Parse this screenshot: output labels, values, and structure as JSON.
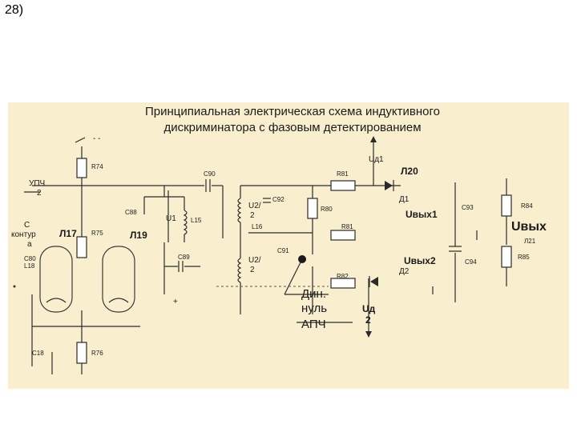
{
  "slide": {
    "number": "28)"
  },
  "title": {
    "line1": "Принципиальная электрическая схема индуктивного",
    "line2": "дискриминатора с фазовым детектированием"
  },
  "labels": {
    "r74": "R74",
    "c90": "C90",
    "r81_top": "R81",
    "ud1": "Uд1",
    "l20": "Л20",
    "d1": "Д1",
    "upch": "УПЧ",
    "upch_num": "2",
    "c88": "C88",
    "u1": "U1",
    "l15": "L15",
    "u2_top": "U2/",
    "u2_top_num": "2",
    "c92": "C92",
    "r80": "R80",
    "l16": "L16",
    "uvyh1": "Uвых1",
    "c93": "C93",
    "r84": "R84",
    "uvyh": "Uвых",
    "l21": "Л21",
    "c_kontur_1": "С",
    "c_kontur_2": "контур",
    "c_kontur_3": "а",
    "l17": "Л17",
    "r75": "R75",
    "l19": "Л19",
    "r81_mid": "R81",
    "c89": "C89",
    "c91": "C91",
    "u2_bot": "U2/",
    "u2_bot_num": "2",
    "c80": "C80",
    "l18": "L18",
    "uvyh2": "Uвых2",
    "c94": "C94",
    "r85": "R85",
    "d2": "Д2",
    "r82": "R82",
    "din_1": "Дин.",
    "din_2": "нуль",
    "din_3": "АПЧ",
    "ud2": "Uд",
    "ud2_num": "2",
    "c18": "C18",
    "r76": "R76",
    "plus": "+",
    "tune_marks": "- -"
  }
}
